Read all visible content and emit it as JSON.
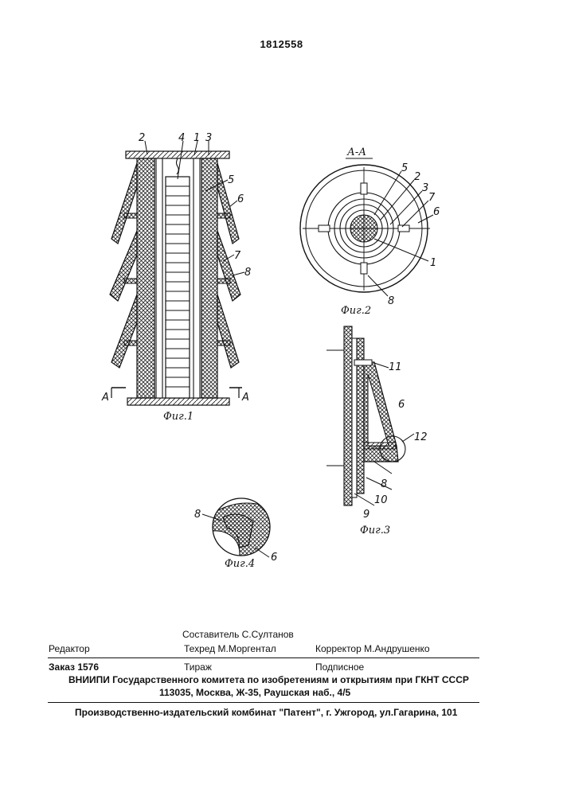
{
  "patent_number": "1812558",
  "figures": {
    "fig1": {
      "caption": "Фиг.1",
      "section_left": "А",
      "section_right": "А",
      "labels": [
        "2",
        "4",
        "1",
        "3",
        "5",
        "6",
        "7",
        "8"
      ]
    },
    "fig2": {
      "caption": "Фиг.2",
      "section_title": "А-А",
      "labels": [
        "5",
        "2",
        "3",
        "7",
        "6",
        "1",
        "8"
      ]
    },
    "fig3": {
      "caption": "Фиг.3",
      "labels": [
        "11",
        "6",
        "12",
        "8",
        "10",
        "9"
      ]
    },
    "fig4": {
      "caption": "Фиг.4",
      "labels": [
        "8",
        "6"
      ]
    }
  },
  "footer": {
    "editor_label": "Редактор",
    "composer": "Составитель  С.Султанов",
    "techred": "Техред М.Моргентал",
    "corrector": "Корректор   М.Андрушенко",
    "order": "Заказ 1576",
    "circulation": "Тираж",
    "subscription": "Подписное",
    "vniipi": "ВНИИПИ Государственного комитета по изобретениям и открытиям при ГКНТ СССР",
    "address": "113035, Москва, Ж-35, Раушская наб., 4/5",
    "publisher": "Производственно-издательский комбинат \"Патент\", г. Ужгород, ул.Гагарина, 101"
  }
}
